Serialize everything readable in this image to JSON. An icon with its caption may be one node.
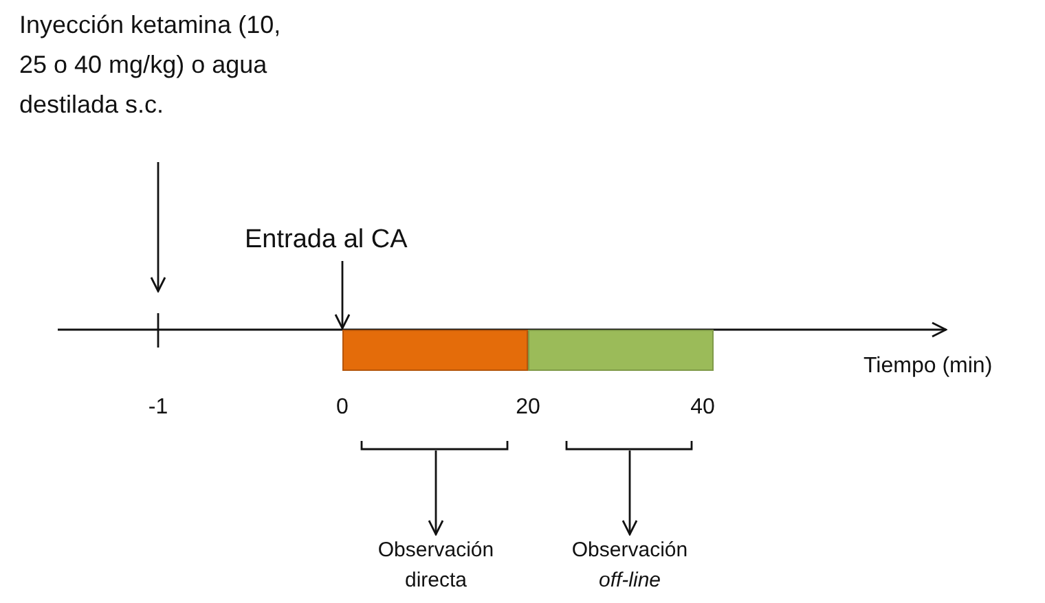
{
  "diagram": {
    "nodes": [
      {
        "text": [
          "Inyección ketamina (10, 25 o 40 mg/kg) o agua destilada s.c."
        ]
      },
      {
        "text": [
          "Entrada al CA"
        ]
      },
      {
        "text": [],
        "shape": "bar"
      },
      {
        "text": [],
        "shape": "bar"
      },
      {
        "text": [
          "Observación directa"
        ]
      },
      {
        "text": [
          "Observación *off-line*"
        ]
      }
    ],
    "edges": [
      {
        "from": 0,
        "to": null,
        "arrow": "to"
      },
      {
        "from": 1,
        "to": 2,
        "arrow": "to"
      },
      {
        "from": null,
        "to": 4,
        "arrow": "to"
      },
      {
        "from": null,
        "to": 5,
        "arrow": "to"
      }
    ],
    "labels": [
      "Tiempo (min)",
      "-1",
      "0",
      "20",
      "40"
    ]
  }
}
